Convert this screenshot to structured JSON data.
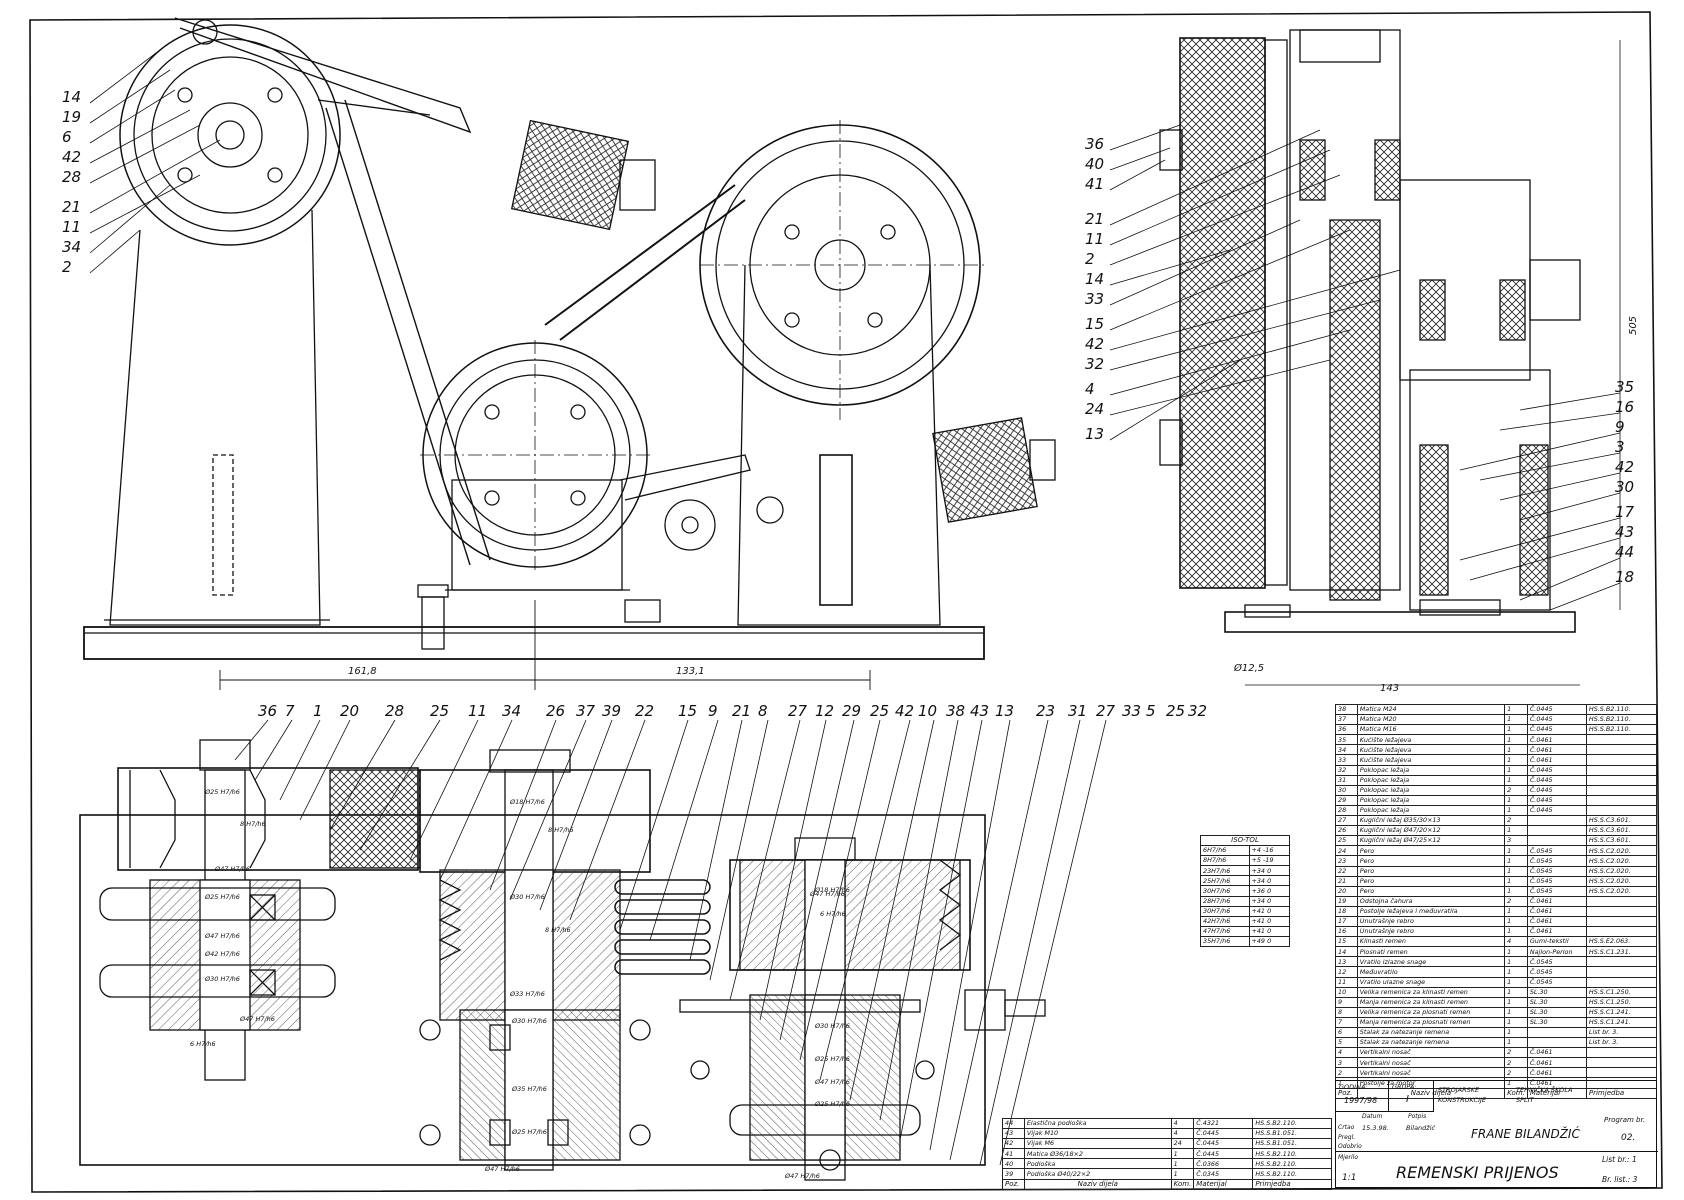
{
  "title_block": {
    "godina_label": "GODINA:",
    "godina": "1997/98",
    "grupa_label": "GRUPA:",
    "grupa": "I",
    "subject": "STROJARSKE KONSTRUKCIJE",
    "school": "TEHNIČKA ŠKOLA SPLIT",
    "datum_label": "Datum",
    "potpis_label": "Potpis",
    "crtao_label": "Crtao",
    "pregl_label": "Pregl.",
    "odobrio_label": "Odobrio",
    "date": "15.3.98.",
    "signature": "Bilandžić",
    "author": "FRANE BILANDŽIĆ",
    "program_label": "Program br.",
    "program": "02.",
    "mjerilo_label": "Mjerilo",
    "scale": "1:1",
    "title": "REMENSKI PRIJENOS",
    "list_no": "List br.: 1",
    "list_count": "Br. list.: 3"
  },
  "columns": [
    "Poz.",
    "Naziv dijela",
    "Kom.",
    "Materijal",
    "Primjedba"
  ],
  "parts": [
    [
      "38",
      "Matica M24",
      "1",
      "Č.0445",
      "HS.S.B2.110."
    ],
    [
      "37",
      "Matica M20",
      "1",
      "Č.0445",
      "HS.S.B2.110."
    ],
    [
      "36",
      "Matica M16",
      "1",
      "Č.0445",
      "HS.S.B2.110."
    ],
    [
      "35",
      "Kućište ležajeva",
      "1",
      "Č.0461",
      ""
    ],
    [
      "34",
      "Kućište ležajeva",
      "1",
      "Č.0461",
      ""
    ],
    [
      "33",
      "Kućište ležajeva",
      "1",
      "Č.0461",
      ""
    ],
    [
      "32",
      "Poklopac ležaja",
      "1",
      "Č.0445",
      ""
    ],
    [
      "31",
      "Poklopac ležaja",
      "1",
      "Č.0445",
      ""
    ],
    [
      "30",
      "Poklopac ležaja",
      "2",
      "Č.0445",
      ""
    ],
    [
      "29",
      "Poklopac ležaja",
      "1",
      "Č.0445",
      ""
    ],
    [
      "28",
      "Poklopac ležaja",
      "1",
      "Č.0445",
      ""
    ],
    [
      "27",
      "Kuglični ležaj Ø35/30×13",
      "2",
      "",
      "HS.S.C3.601."
    ],
    [
      "26",
      "Kuglični ležaj Ø47/20×12",
      "1",
      "",
      "HS.S.C3.601."
    ],
    [
      "25",
      "Kuglični ležaj Ø47/25×12",
      "3",
      "",
      "HS.S.C3.601."
    ],
    [
      "24",
      "Pero",
      "1",
      "Č.0545",
      "HS.S.C2.020."
    ],
    [
      "23",
      "Pero",
      "1",
      "Č.0545",
      "HS.S.C2.020."
    ],
    [
      "22",
      "Pero",
      "1",
      "Č.0545",
      "HS.S.C2.020."
    ],
    [
      "21",
      "Pero",
      "1",
      "Č.0545",
      "HS.S.C2.020."
    ],
    [
      "20",
      "Pero",
      "1",
      "Č.0545",
      "HS.S.C2.020."
    ],
    [
      "19",
      "Odstojna čahura",
      "2",
      "Č.0461",
      ""
    ],
    [
      "18",
      "Postolje ležajeva i međuvratila",
      "1",
      "Č.0461",
      ""
    ],
    [
      "17",
      "Unutrašnje rebro",
      "1",
      "Č.0461",
      ""
    ],
    [
      "16",
      "Unutrašnje rebro",
      "1",
      "Č.0461",
      ""
    ],
    [
      "15",
      "Klinasti remen",
      "4",
      "Gumi-tekstil",
      "HS.S.E2.063."
    ],
    [
      "14",
      "Plosnati remen",
      "1",
      "Najlon-Perlon",
      "HS.S.C1.231."
    ],
    [
      "13",
      "Vratilo izlazne snage",
      "1",
      "Č.0545",
      ""
    ],
    [
      "12",
      "Međuvratilo",
      "1",
      "Č.0545",
      ""
    ],
    [
      "11",
      "Vratilo ulazne snage",
      "1",
      "Č.0545",
      ""
    ],
    [
      "10",
      "Velika remenica za klinasti remen",
      "1",
      "SL.30",
      "HS.S.C1.250."
    ],
    [
      "9",
      "Manja remenica za klinasti remen",
      "1",
      "SL.30",
      "HS.S.C1.250."
    ],
    [
      "8",
      "Velika remenica za plosnati remen",
      "1",
      "SL.30",
      "HS.S.C1.241."
    ],
    [
      "7",
      "Manja remenica za plosnati remen",
      "1",
      "SL.30",
      "HS.S.C1.241."
    ],
    [
      "6",
      "Stalak za natezanje remena",
      "1",
      "",
      "List br. 3."
    ],
    [
      "5",
      "Stalak za natezanje remena",
      "1",
      "",
      "List br. 3."
    ],
    [
      "4",
      "Vertikalni nosač",
      "2",
      "Č.0461",
      ""
    ],
    [
      "3",
      "Vertikalni nosač",
      "2",
      "Č.0461",
      ""
    ],
    [
      "2",
      "Vertikalni nosač",
      "2",
      "Č.0461",
      ""
    ],
    [
      "1",
      "Postolje za motor",
      "1",
      "Č.0461",
      ""
    ]
  ],
  "parts_lower": [
    [
      "44",
      "Elastična podloška",
      "4",
      "Č.4321",
      "HS.S.B2.110."
    ],
    [
      "43",
      "Vijak M10",
      "4",
      "Č.0445",
      "HS.S.B1.051."
    ],
    [
      "42",
      "Vijak M6",
      "24",
      "Č.0445",
      "HS.S.B1.051."
    ],
    [
      "41",
      "Matica Ø36/18×2",
      "1",
      "Č.0445",
      "HS.S.B2.110."
    ],
    [
      "40",
      "Podloška",
      "1",
      "Č.0366",
      "HS.S.B2.110."
    ],
    [
      "39",
      "Podloška Ø40/22×2",
      "1",
      "Č.0345",
      "HS.S.B2.110."
    ]
  ],
  "fits_header": "ISO-TOL",
  "fits": [
    [
      "6H7/h6",
      "+4",
      "-16"
    ],
    [
      "8H7/h6",
      "+5",
      "-19"
    ],
    [
      "23H7/h6",
      "+34",
      "0"
    ],
    [
      "25H7/h6",
      "+34",
      "0"
    ],
    [
      "30H7/h6",
      "+36",
      "0"
    ],
    [
      "28H7/h6",
      "+34",
      "0"
    ],
    [
      "30H7/h6",
      "+41",
      "0"
    ],
    [
      "42H7/h6",
      "+41",
      "0"
    ],
    [
      "47H7/h6",
      "+41",
      "0"
    ],
    [
      "35H7/h6",
      "+49",
      "0"
    ]
  ],
  "labels_left": [
    "14",
    "19",
    "6",
    "42",
    "28",
    "21",
    "11",
    "34",
    "2"
  ],
  "labels_right": [
    "36",
    "40",
    "41",
    "21",
    "11",
    "2",
    "14",
    "33",
    "15",
    "42",
    "32",
    "4",
    "24",
    "13"
  ],
  "labels_right2": [
    "35",
    "16",
    "9",
    "3",
    "42",
    "30",
    "17",
    "43",
    "44",
    "18"
  ],
  "labels_top": [
    "36",
    "7",
    "1",
    "20",
    "28",
    "25",
    "11",
    "34",
    "26",
    "37",
    "39",
    "22",
    "15",
    "9",
    "21",
    "8",
    "27",
    "12",
    "29",
    "25",
    "42",
    "10",
    "38",
    "43",
    "13",
    "23",
    "31",
    "27",
    "33",
    "5",
    "25",
    "32"
  ],
  "dimensions": {
    "d1": "161,8",
    "d2": "133,1",
    "d3": "143",
    "d4": "Ø12,5",
    "d5": "505"
  },
  "section_fits": [
    "Ø25 H7/h6",
    "8 H7/h6",
    "Ø47 H7/h6",
    "Ø25 H7/h6",
    "Ø47 H7/h6",
    "Ø42 H7/h6",
    "Ø30 H7/h6",
    "6 H7/h6",
    "Ø47 H7/h6",
    "Ø18 H7/h6",
    "8 H7/h6",
    "Ø30 H7/h6",
    "8 H7/h6",
    "Ø33 H7/h6",
    "Ø30 H7/h6",
    "Ø35 H7/h6",
    "Ø47 H7/h6",
    "Ø25 H7/h6",
    "Ø47 H7/h6",
    "Ø18 H7/h6",
    "6 H7/h6",
    "Ø30 H7/h6",
    "Ø25 H7/h6",
    "Ø47 H7/h6",
    "Ø25 H7/h6",
    "Ø47 H7/h6"
  ]
}
